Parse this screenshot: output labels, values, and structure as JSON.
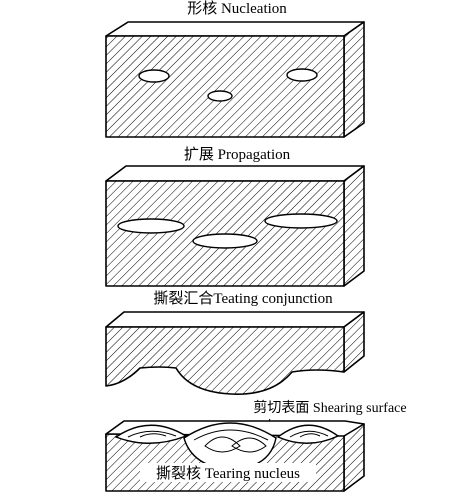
{
  "stages": [
    {
      "id": "nucleation",
      "label": "形核 Nucleation"
    },
    {
      "id": "propagation",
      "label": "扩展 Propagation"
    },
    {
      "id": "conjunction",
      "label": "撕裂汇合Teating conjunction"
    },
    {
      "id": "tearing",
      "label": "撕裂核 Tearing nucleus"
    }
  ],
  "callouts": {
    "shearing_surface": "剪切表面 Shearing surface"
  },
  "colors": {
    "line": "#000000",
    "background": "#ffffff"
  }
}
